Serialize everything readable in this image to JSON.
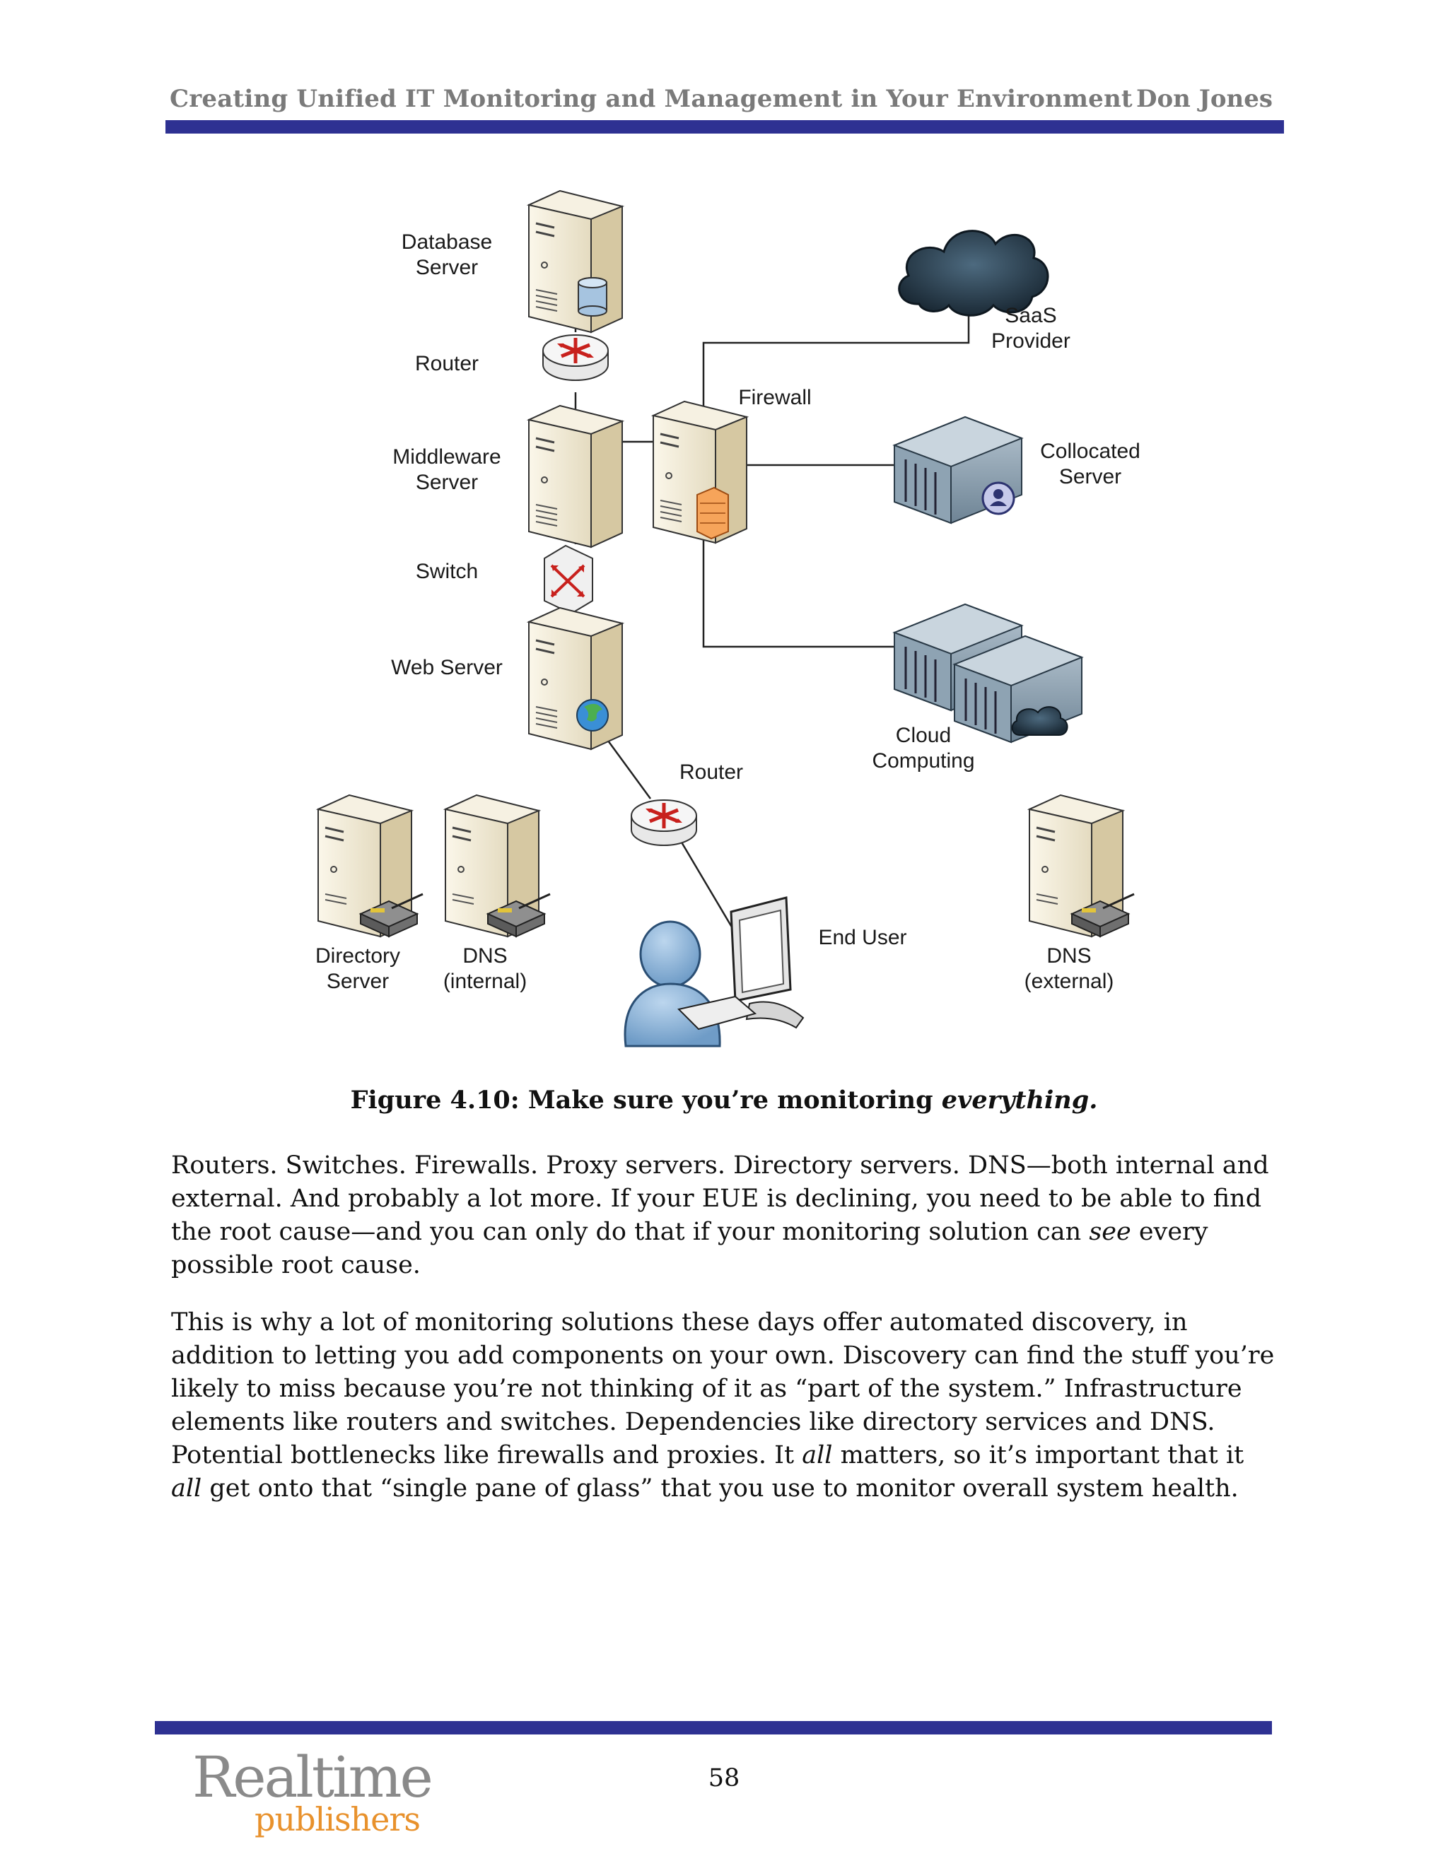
{
  "header": {
    "title": "Creating Unified IT Monitoring and Management in Your Environment",
    "author": "Don Jones"
  },
  "diagram": {
    "labels": {
      "database_server": [
        "Database",
        "Server"
      ],
      "router_top": "Router",
      "middleware_server": [
        "Middleware",
        "Server"
      ],
      "switch": "Switch",
      "web_server": "Web Server",
      "firewall": "Firewall",
      "saas_provider": [
        "SaaS",
        "Provider"
      ],
      "collocated_server": [
        "Collocated",
        "Server"
      ],
      "cloud_computing": [
        "Cloud",
        "Computing"
      ],
      "router_bottom": "Router",
      "end_user": "End User",
      "directory_server": [
        "Directory",
        "Server"
      ],
      "dns_internal": [
        "DNS",
        "(internal)"
      ],
      "dns_external": [
        "DNS",
        "(external)"
      ]
    }
  },
  "figure": {
    "caption_prefix": "Figure 4.10: Make sure you’re monitoring ",
    "caption_emphasis": "everything."
  },
  "body": {
    "p1_a": "Routers. Switches. Firewalls. Proxy servers. Directory servers. DNS—both internal and external. And probably a lot more. If your EUE is declining, you need to be able to find the root cause—and you can only do that if your monitoring solution can ",
    "p1_em": "see",
    "p1_b": " every possible root cause.",
    "p2_a": "This is why a lot of monitoring solutions these days offer automated discovery, in addition to letting you add components on your own. Discovery can find the stuff you’re likely to miss because you’re not thinking of it as “part of the system.” Infrastructure elements like routers and switches. Dependencies like directory services and DNS. Potential bottlenecks like firewalls and proxies. It ",
    "p2_em1": "all",
    "p2_b": " matters, so it’s important that it ",
    "p2_em2": "all",
    "p2_c": " get onto that “single pane of glass” that you use to monitor overall system health."
  },
  "footer": {
    "page_number": "58",
    "logo_line1": "Realtime",
    "logo_line2": "publishers"
  },
  "colors": {
    "rule": "#2e3192",
    "header_text": "#7a7a7a",
    "logo_orange": "#e8912c"
  }
}
